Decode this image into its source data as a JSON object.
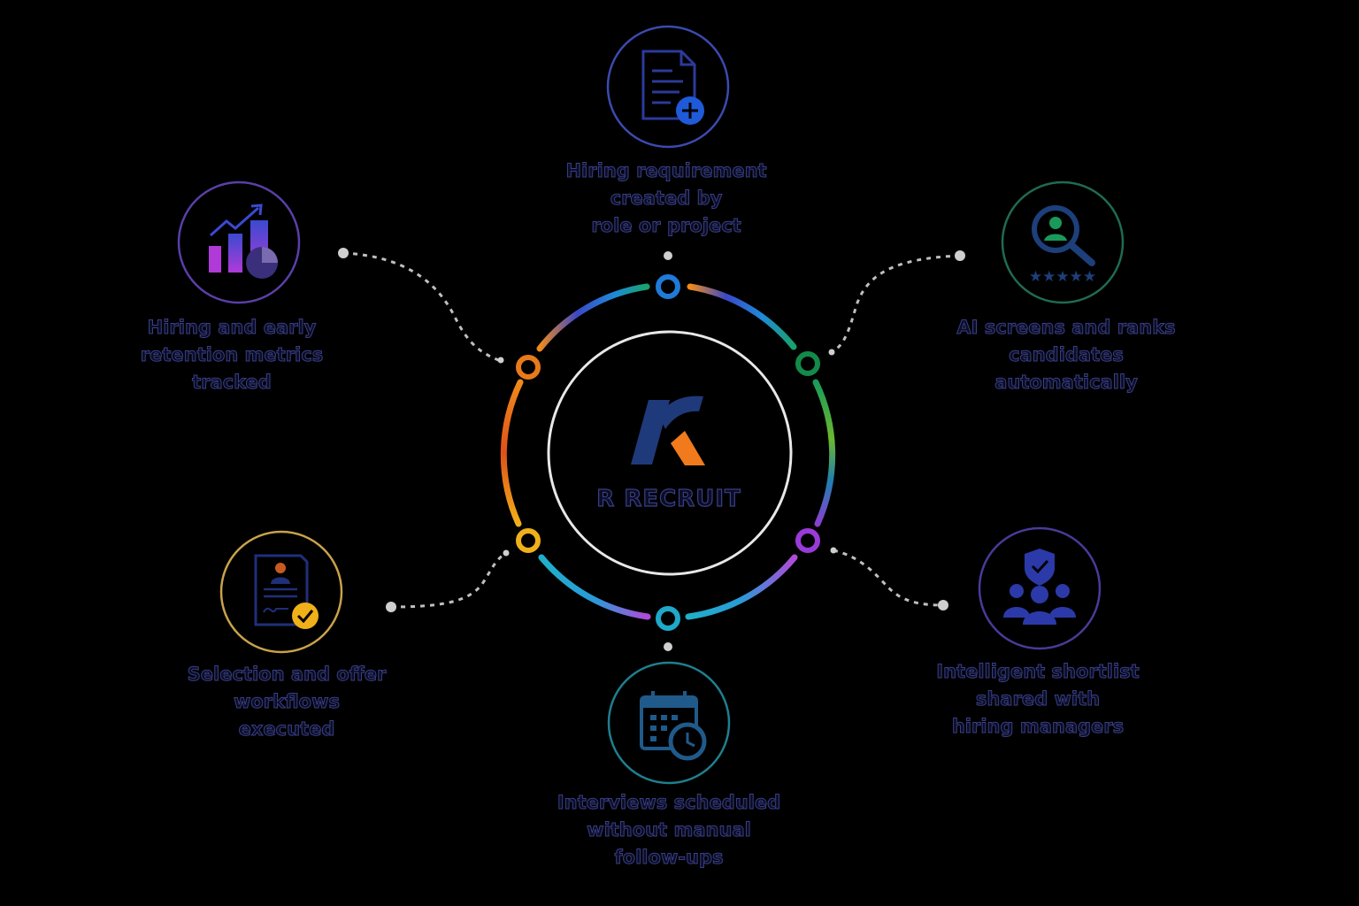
{
  "brand": {
    "name": "R RECRUIT",
    "logo_letter": "r"
  },
  "steps": [
    {
      "id": "requirement",
      "icon": "document-plus-icon",
      "color": "#3b4ab0",
      "lines": [
        "Hiring requirement",
        "created by",
        "role or project"
      ]
    },
    {
      "id": "screening",
      "icon": "search-person-stars-icon",
      "color": "#1f6b52",
      "lines": [
        "AI screens and ranks",
        "candidates",
        "automatically"
      ]
    },
    {
      "id": "shortlist",
      "icon": "team-shield-icon",
      "color": "#5a3fa8",
      "lines": [
        "Intelligent shortlist",
        "shared with",
        "hiring managers"
      ]
    },
    {
      "id": "interviews",
      "icon": "calendar-clock-icon",
      "color": "#1f7f8f",
      "lines": [
        "Interviews scheduled",
        "without manual",
        "follow-ups"
      ]
    },
    {
      "id": "offer",
      "icon": "signed-document-check-icon",
      "color": "#c9a24a",
      "lines": [
        "Selection and offer",
        "workflows",
        "executed"
      ]
    },
    {
      "id": "metrics",
      "icon": "growth-chart-icon",
      "color": "#6b3fb0",
      "lines": [
        "Hiring and early",
        "retention metrics",
        "tracked"
      ]
    }
  ],
  "colors": {
    "background": "#000000",
    "ring_white": "#e8e8e8",
    "logo_blue": "#1f3a7a",
    "logo_orange": "#f07a1c"
  }
}
